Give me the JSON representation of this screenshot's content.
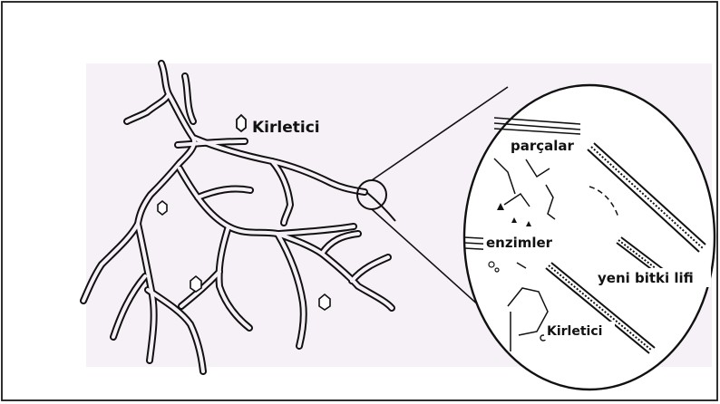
{
  "labels": {
    "pollutant_main": "Kirletici",
    "fragments": "parçalar",
    "enzymes": "enzimler",
    "new_fiber": "yeni bitki lifi",
    "pollutant_inset": "Kirletici"
  },
  "colors": {
    "frame": "#1a1a1a",
    "panel_background": "#f6f1f6",
    "line": "#111111"
  }
}
